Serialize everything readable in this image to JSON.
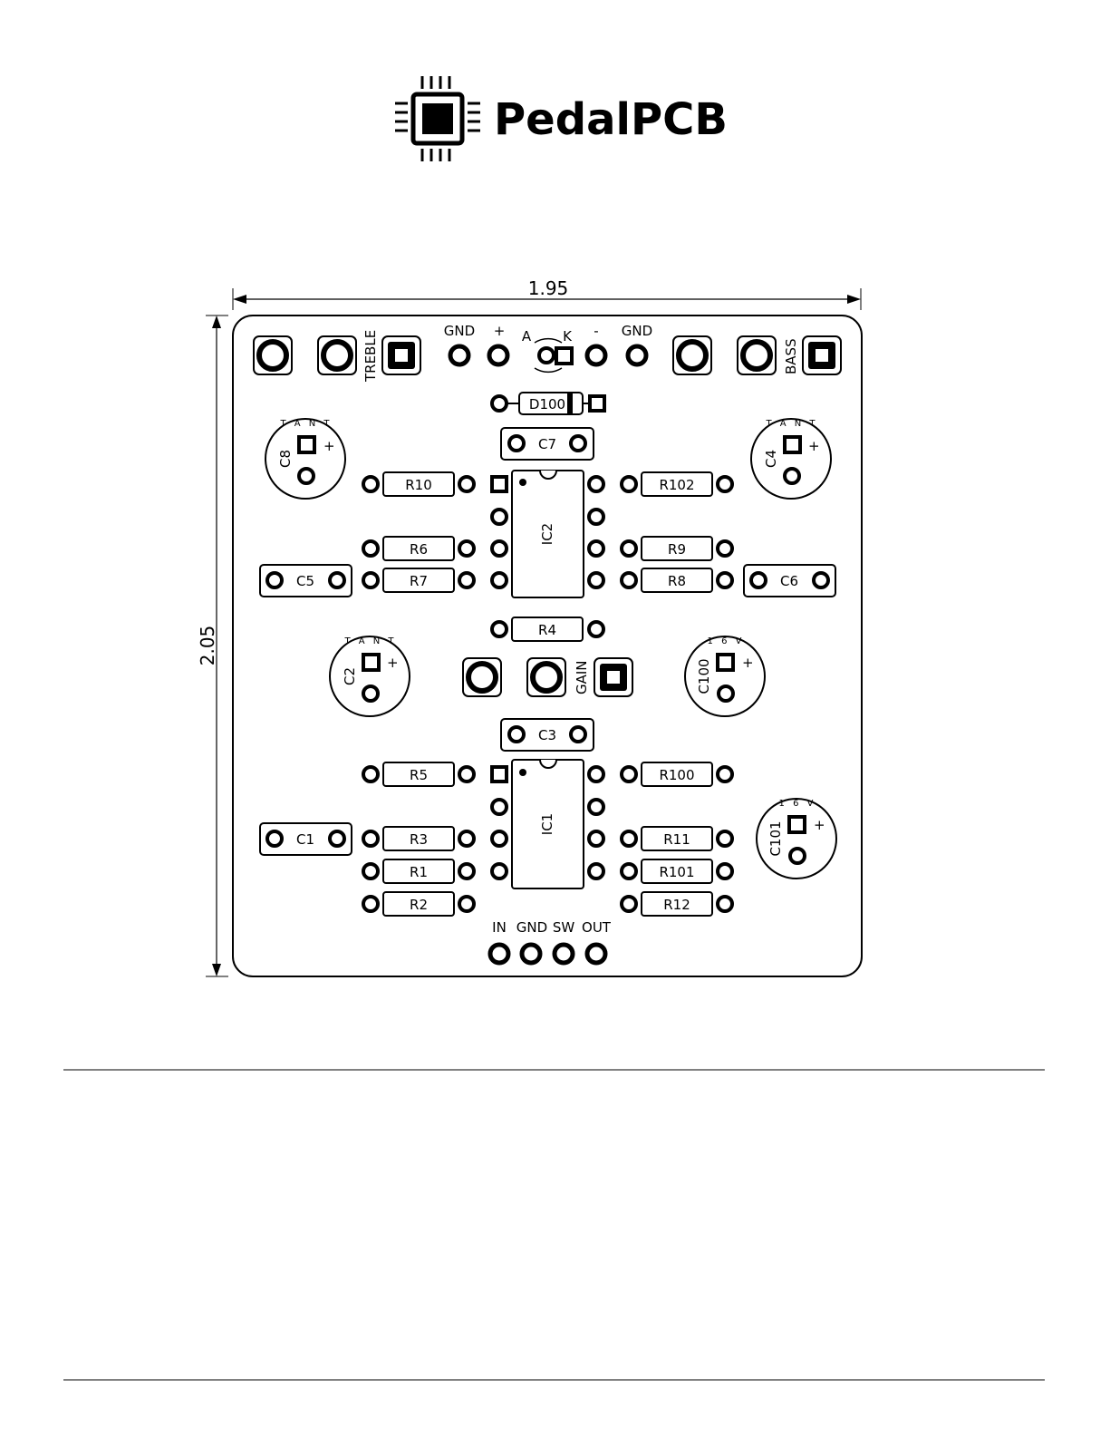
{
  "brand": {
    "name": "PedalPCB",
    "icon": "chip-icon"
  },
  "dimensions": {
    "width": "1.95",
    "height": "2.05"
  },
  "top_header": {
    "pot_treble": "TREBLE",
    "pot_bass": "BASS",
    "power_labels": [
      "GND",
      "+",
      "A",
      "K",
      "-",
      "GND"
    ]
  },
  "gain_label": "GAIN",
  "diode": "D100",
  "ics": [
    "IC2",
    "IC1"
  ],
  "resistors": [
    "R10",
    "R6",
    "R7",
    "R102",
    "R9",
    "R8",
    "R4",
    "R5",
    "R3",
    "R1",
    "R2",
    "R100",
    "R11",
    "R101",
    "R12"
  ],
  "caps_film": [
    "C7",
    "C5",
    "C6",
    "C3",
    "C1"
  ],
  "caps_electrolytic": [
    {
      "ref": "C8",
      "note": "T A N T"
    },
    {
      "ref": "C4",
      "note": "T A N T"
    },
    {
      "ref": "C2",
      "note": "T A N T"
    },
    {
      "ref": "C100",
      "note": "1 6 V"
    },
    {
      "ref": "C101",
      "note": "1 6 V"
    }
  ],
  "plus_sign": "+",
  "io_labels": [
    "IN",
    "GND",
    "SW",
    "OUT"
  ]
}
